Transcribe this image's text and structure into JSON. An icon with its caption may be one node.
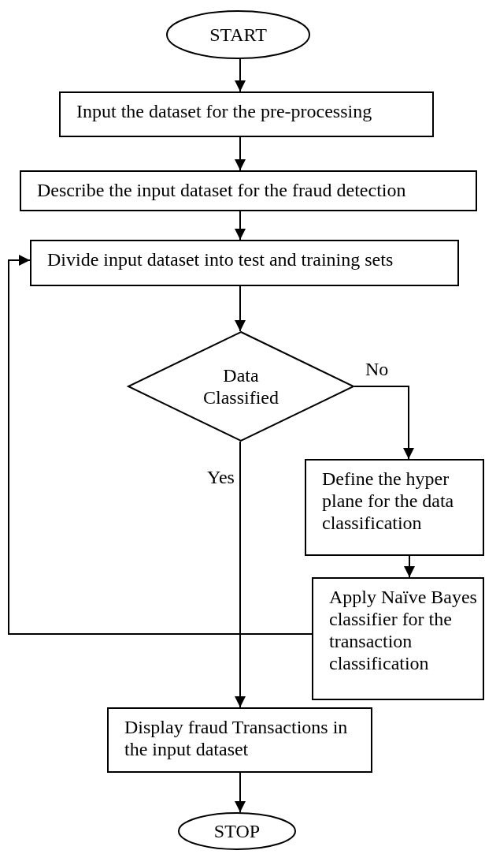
{
  "diagram": {
    "nodes": [
      {
        "text": [
          "START"
        ]
      },
      {
        "text": [
          "Input the dataset for the pre-processing"
        ]
      },
      {
        "text": [
          "Describe the input dataset for the fraud detection"
        ]
      },
      {
        "text": [
          "Divide input dataset into test and training sets"
        ]
      },
      {
        "text": [
          "Data Classified"
        ]
      },
      {
        "text": [
          "Define the hyper plane for the data classification"
        ]
      },
      {
        "text": [
          "Apply Naïve Bayes classifier for the transaction classification"
        ]
      },
      {
        "text": [
          "Display fraud Transactions in the input dataset"
        ]
      },
      {
        "text": [
          "STOP"
        ]
      }
    ],
    "edges": [
      {
        "from": 0,
        "to": 1,
        "arrow": "to"
      },
      {
        "from": 1,
        "to": 2,
        "arrow": "to"
      },
      {
        "from": 2,
        "to": 3,
        "arrow": "to"
      },
      {
        "from": 3,
        "to": 4,
        "arrow": "to"
      },
      {
        "from": 4,
        "to": 5,
        "arrow": "to",
        "label": "No"
      },
      {
        "from": 4,
        "to": 7,
        "arrow": "to",
        "label": "Yes"
      },
      {
        "from": 5,
        "to": 6,
        "arrow": "to"
      },
      {
        "from": 6,
        "to": 3,
        "arrow": "to"
      },
      {
        "from": 7,
        "to": 8,
        "arrow": "to"
      }
    ]
  }
}
